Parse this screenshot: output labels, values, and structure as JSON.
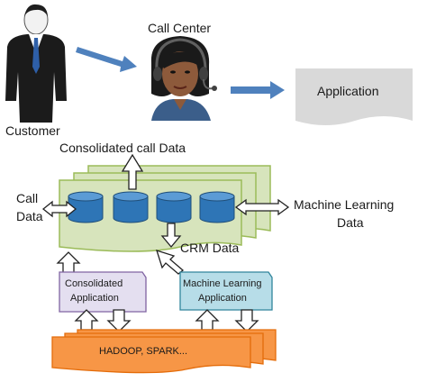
{
  "labels": {
    "customer": "Customer",
    "call_center": "Call Center",
    "application": "Application",
    "consolidated_call_data": "Consolidated call Data",
    "call_data_line1": "Call",
    "call_data_line2": "Data",
    "machine_learning_data_line1": "Machine Learning",
    "machine_learning_data_line2": "Data",
    "crm_data": "CRM Data",
    "consolidated_application_line1": "Consolidated",
    "consolidated_application_line2": "Application",
    "ml_application_line1": "Machine Learning",
    "ml_application_line2": "Application",
    "hadoop": "HADOOP, SPARK..."
  },
  "colors": {
    "flow_arrow": "#4f81bd",
    "document_gray": "#d9d9d9",
    "data_green": "#d7e4bc",
    "data_green_border": "#9bbb59",
    "cylinder_blue": "#2e75b6",
    "consolidated_purple": "#e4dff0",
    "consolidated_purple_border": "#8064a2",
    "ml_app_cyan": "#b7dde8",
    "ml_app_cyan_border": "#31859c",
    "hadoop_orange": "#f79646",
    "hadoop_orange_border": "#e46c0a"
  },
  "icons": [
    "customer-person-icon",
    "call-center-agent-icon",
    "database-cylinder-icon"
  ]
}
